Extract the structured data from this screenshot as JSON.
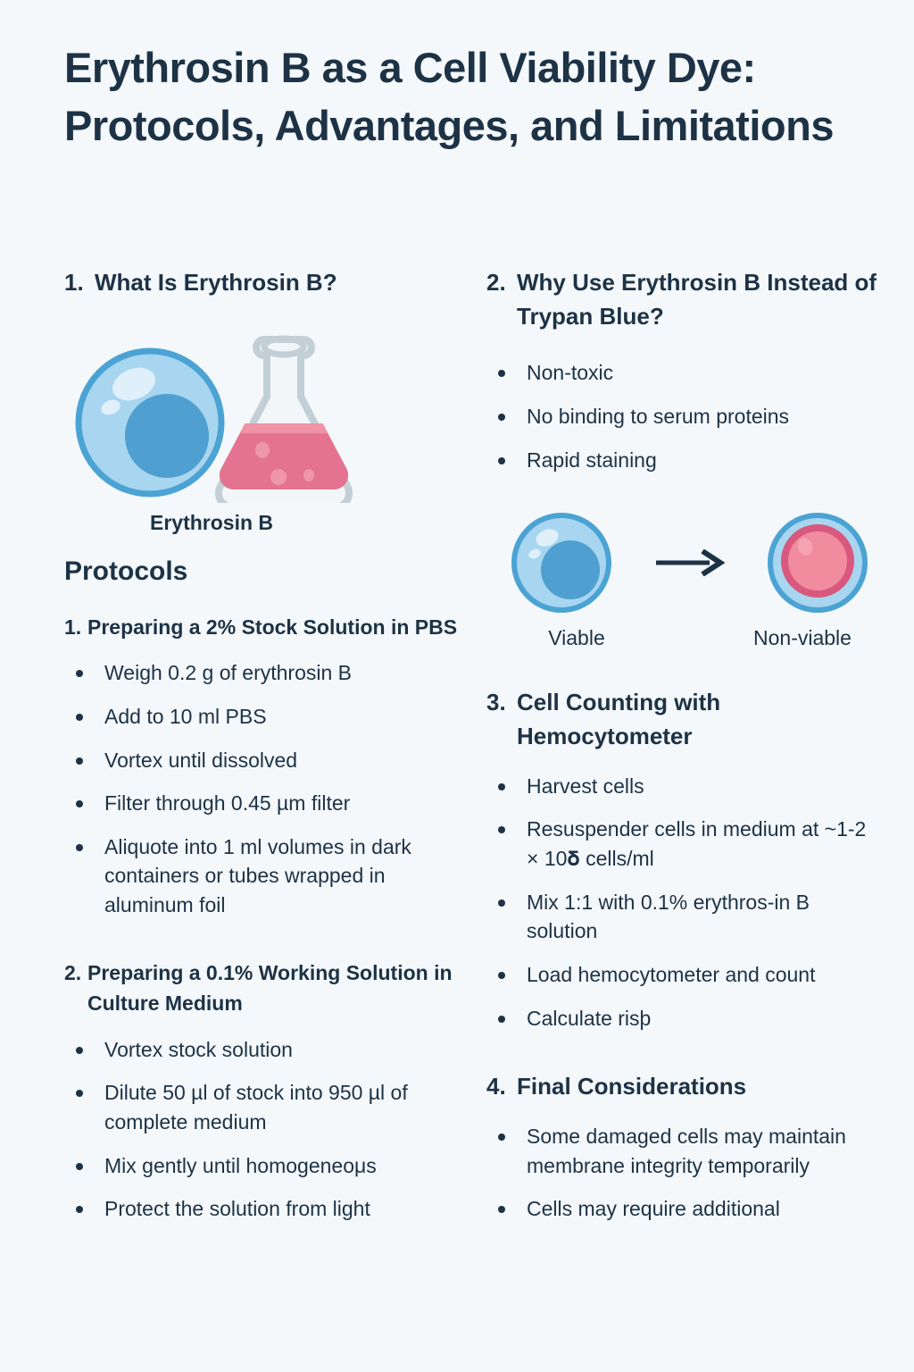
{
  "title": "Erythrosin B as a Cell Viability Dye: Protocols, Advantages, and Limitations",
  "colors": {
    "background": "#f4f8fb",
    "text": "#1d3245",
    "cell_fill": "#a8d5ef",
    "cell_stroke": "#4ba3d4",
    "nucleus_blue": "#4f9fd0",
    "nucleus_pink": "#f08c9e",
    "nucleus_pink_ring": "#d9587e",
    "flask_glass": "#c3cfd6",
    "flask_liquid": "#e4738f"
  },
  "left_column": {
    "section1": {
      "number": "1.",
      "heading": "What Is Erythrosin B?",
      "figure_caption": "Erythrosin B"
    },
    "protocols_heading": "Protocols",
    "protocol1": {
      "number": "1.",
      "heading": "Preparing a 2% Stock Solution in PBS",
      "bullets": [
        "Weigh 0.2 g of erythrosin B",
        "Add to 10 ml PBS",
        "Vortex until dissolved",
        "Filter through 0.45 µm filter",
        "Aliquote into 1 ml volumes in dark containers or tubes wrapped in aluminum foil"
      ]
    },
    "protocol2": {
      "number": "2.",
      "heading": "Preparing a 0.1% Working Solution in Culture Medium",
      "bullets": [
        "Vortex stock solution",
        "Dilute 50 µl of stock into 950 µl of complete medium",
        "Mix gently until homogeneoμs",
        "Protect the solution from light"
      ]
    }
  },
  "right_column": {
    "section2": {
      "number": "2.",
      "heading": "Why Use Erythrosin B Instead of Trypan Blue?",
      "bullets": [
        "Non-toxic",
        "No binding to serum proteins",
        "Rapid staining"
      ]
    },
    "viability_figure": {
      "viable_label": "Viable",
      "nonviable_label": "Non-viable",
      "arrow": "arrow-right-icon"
    },
    "section3": {
      "number": "3.",
      "heading": "Cell Counting with Hemocytometer",
      "bullets": [
        "Harvest cells",
        "Resuspender cells in medium at ~1-2 × 10𝛅 cells/ml",
        "Mix 1:1 with 0.1% erythros-in B solution",
        "Load hemocytometer and count",
        "Calculate risþ"
      ]
    },
    "section4": {
      "number": "4.",
      "heading": "Final Considerations",
      "bullets": [
        "Some damaged cells may maintain membrane integrity temporarily",
        "Cells may require additional"
      ]
    }
  }
}
